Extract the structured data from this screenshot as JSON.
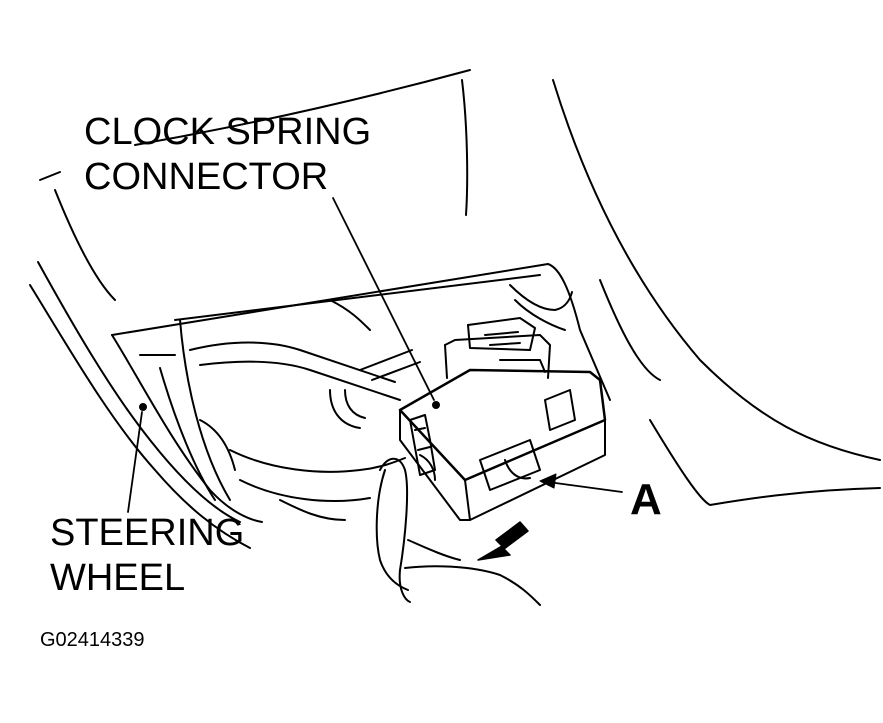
{
  "labels": {
    "clock_spring_line1": "CLOCK SPRING",
    "clock_spring_line2": "CONNECTOR",
    "steering_line1": "STEERING",
    "steering_line2": "WHEEL",
    "callout_a": "A",
    "figure_id": "G02414339"
  },
  "colors": {
    "ink": "#000000",
    "paper": "#ffffff"
  }
}
